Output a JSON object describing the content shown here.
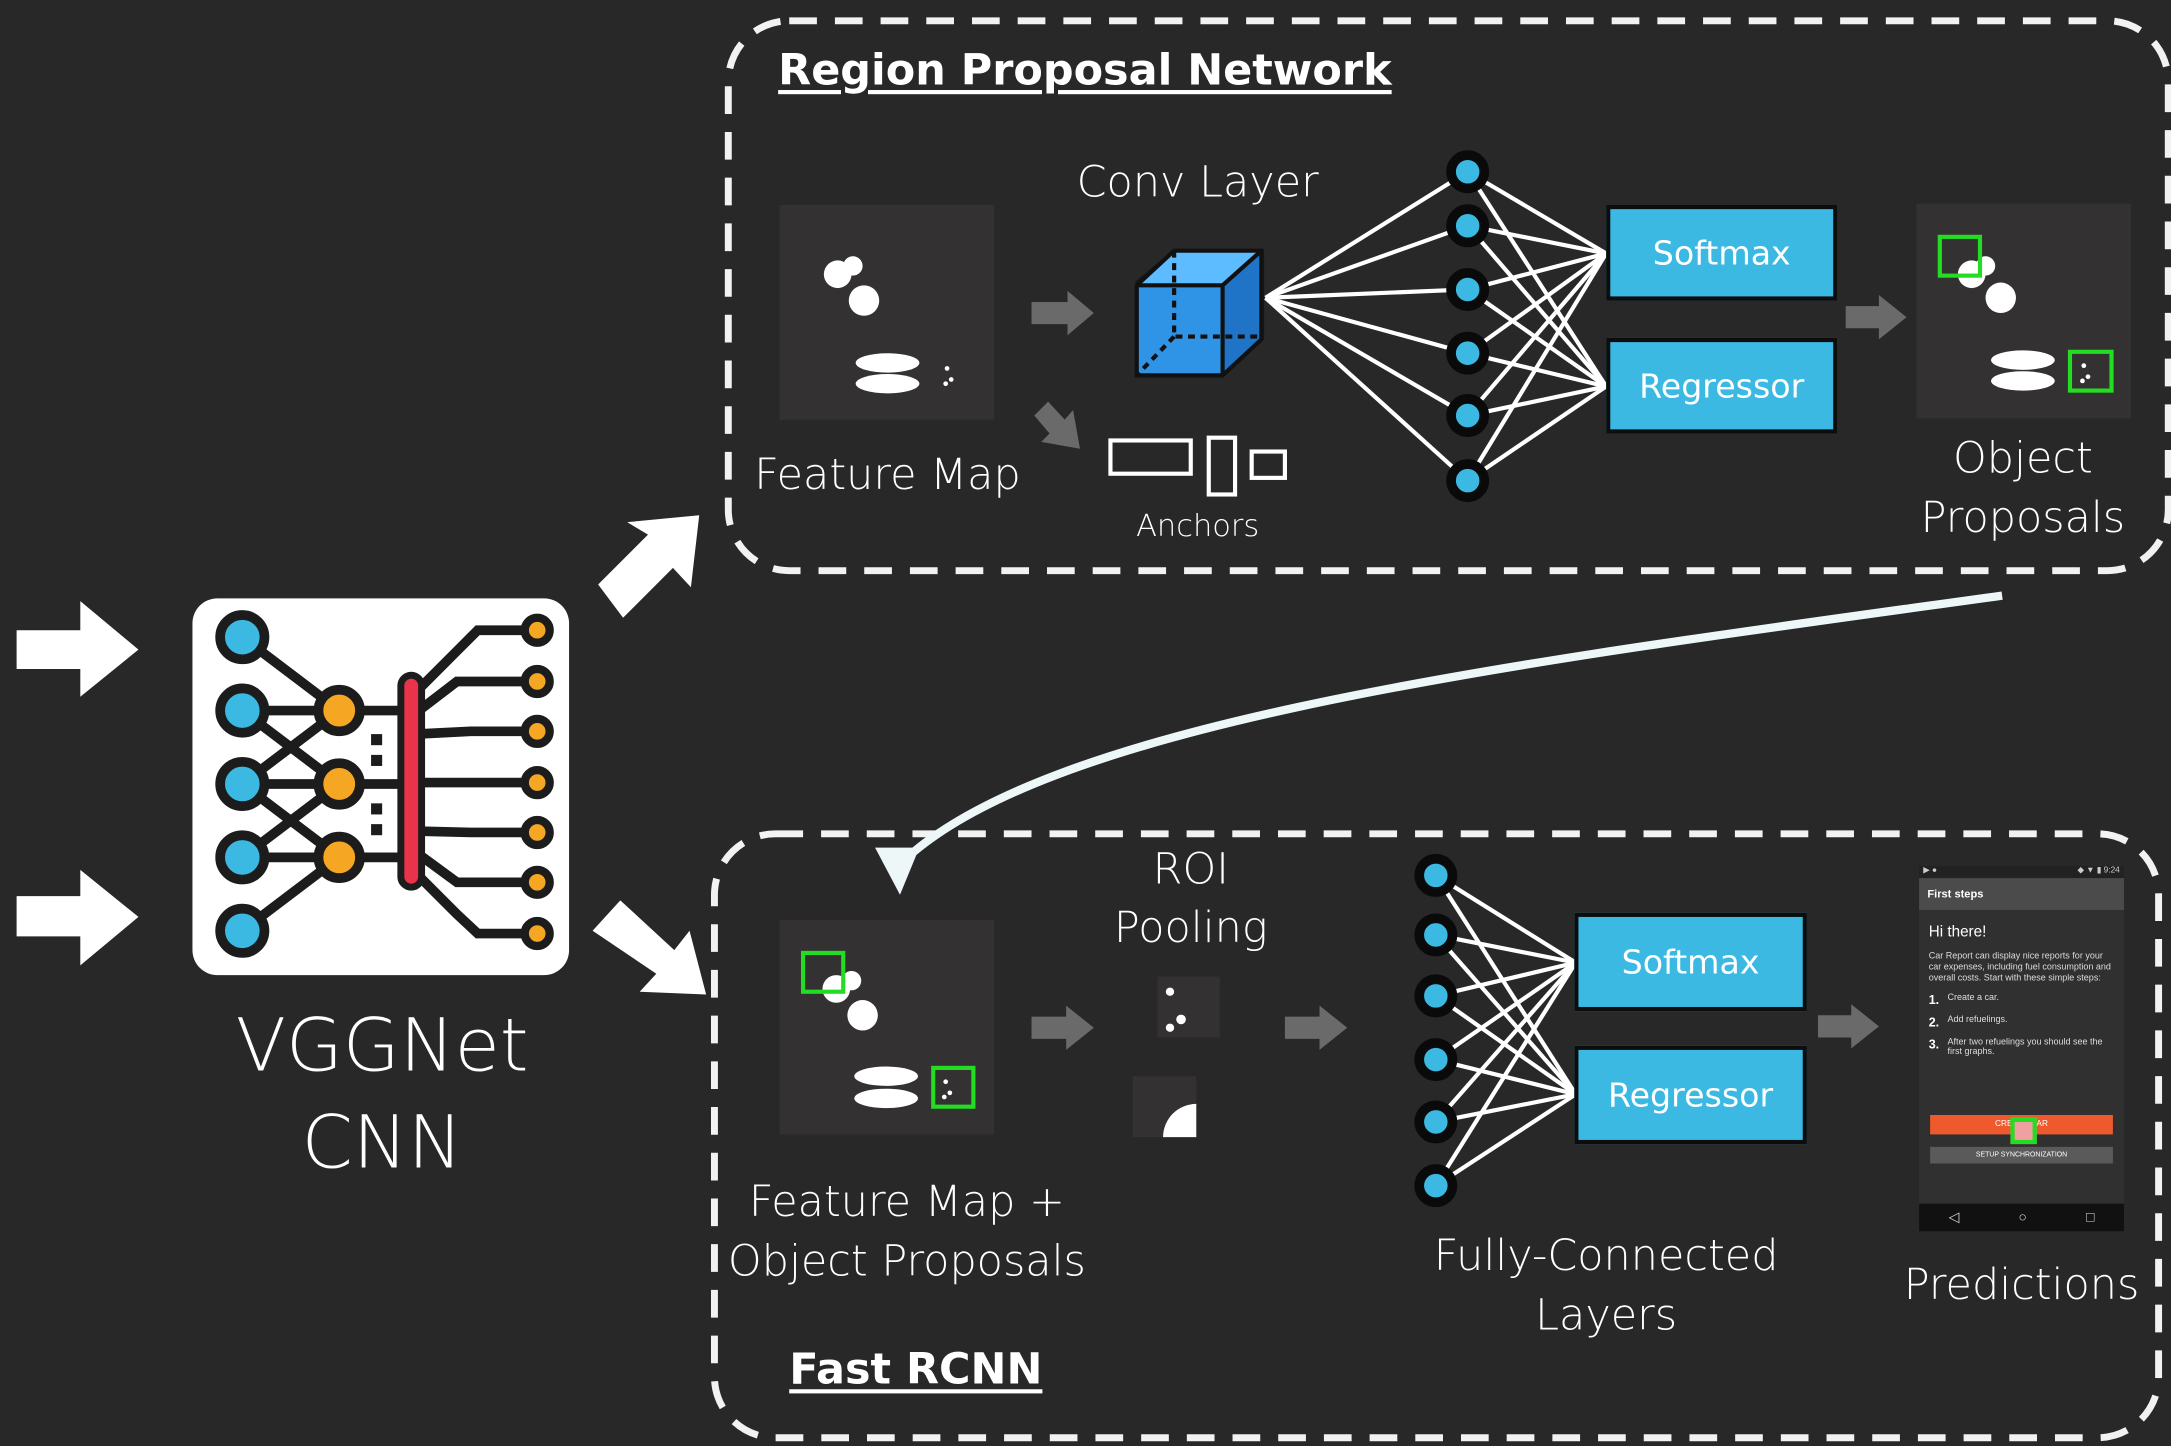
{
  "rpn": {
    "title": "Region Proposal Network",
    "conv_layer": "Conv Layer",
    "feature_map": "Feature Map",
    "anchors": "Anchors",
    "softmax": "Softmax",
    "regressor": "Regressor",
    "object_proposals_line1": "Object",
    "object_proposals_line2": "Proposals"
  },
  "fast_rcnn": {
    "title": "Fast RCNN",
    "feature_map_line1": "Feature Map +",
    "feature_map_line2": "Object Proposals",
    "roi_line1": "ROI",
    "roi_line2": "Pooling",
    "fc_line1": "Fully-Connected",
    "fc_line2": "Layers",
    "softmax": "Softmax",
    "regressor": "Regressor",
    "predictions": "Predictions"
  },
  "backbone": {
    "line1": "VGGNet",
    "line2": "CNN"
  },
  "phone": {
    "status_left": "▶ ●",
    "status_right": "◆ ▼ ▮ 9:24",
    "appbar_title": "First steps",
    "greeting": "Hi there!",
    "intro": "Car Report can display nice reports for your car expenses, including fuel consumption and overall costs. Start with these simple steps:",
    "steps": [
      {
        "num": "1.",
        "text": "Create a car."
      },
      {
        "num": "2.",
        "text": "Add refuelings."
      },
      {
        "num": "3.",
        "text": "After two refuelings you should see the first graphs."
      }
    ],
    "primary_button": "CREATE CAR",
    "secondary_button": "SETUP SYNCHRONIZATION",
    "nav_icons": [
      "back-icon",
      "home-icon",
      "recents-icon"
    ]
  },
  "colors": {
    "background": "#282828",
    "accent_blue": "#3bb9e2",
    "node_orange": "#f5a623",
    "bus_red": "#e8334a",
    "highlight_green": "#22dd22",
    "panel": "#333132"
  }
}
